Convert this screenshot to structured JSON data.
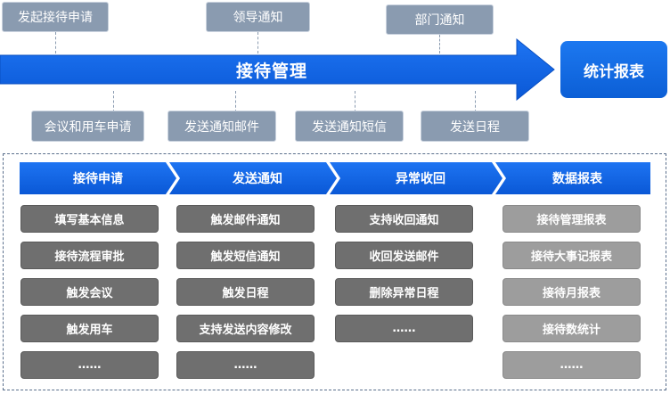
{
  "top_tags": [
    {
      "text": "发起接待申请"
    },
    {
      "text": "领导通知"
    },
    {
      "text": "部门通知"
    }
  ],
  "bottom_tags": [
    {
      "text": "会议和用车申请"
    },
    {
      "text": "发送通知邮件"
    },
    {
      "text": "发送通知短信"
    },
    {
      "text": "发送日程"
    }
  ],
  "main_arrow": {
    "label": "接待管理",
    "color": "#0b63e8"
  },
  "stats_box": {
    "label": "统计报表",
    "color": "#1c78f0"
  },
  "stages": [
    {
      "label": "接待申请",
      "items": [
        "填写基本信息",
        "接待流程审批",
        "触发会议",
        "触发用车",
        "……"
      ]
    },
    {
      "label": "发送通知",
      "items": [
        "触发邮件通知",
        "触发短信通知",
        "触发日程",
        "支持发送内容修改",
        "……"
      ]
    },
    {
      "label": "异常收回",
      "items": [
        "支持收回通知",
        "收回发送邮件",
        "删除异常日程",
        "……"
      ]
    },
    {
      "label": "数据报表",
      "items": [
        "接待管理报表",
        "接待大事记报表",
        "接待月报表",
        "接待数统计",
        "……"
      ]
    }
  ]
}
